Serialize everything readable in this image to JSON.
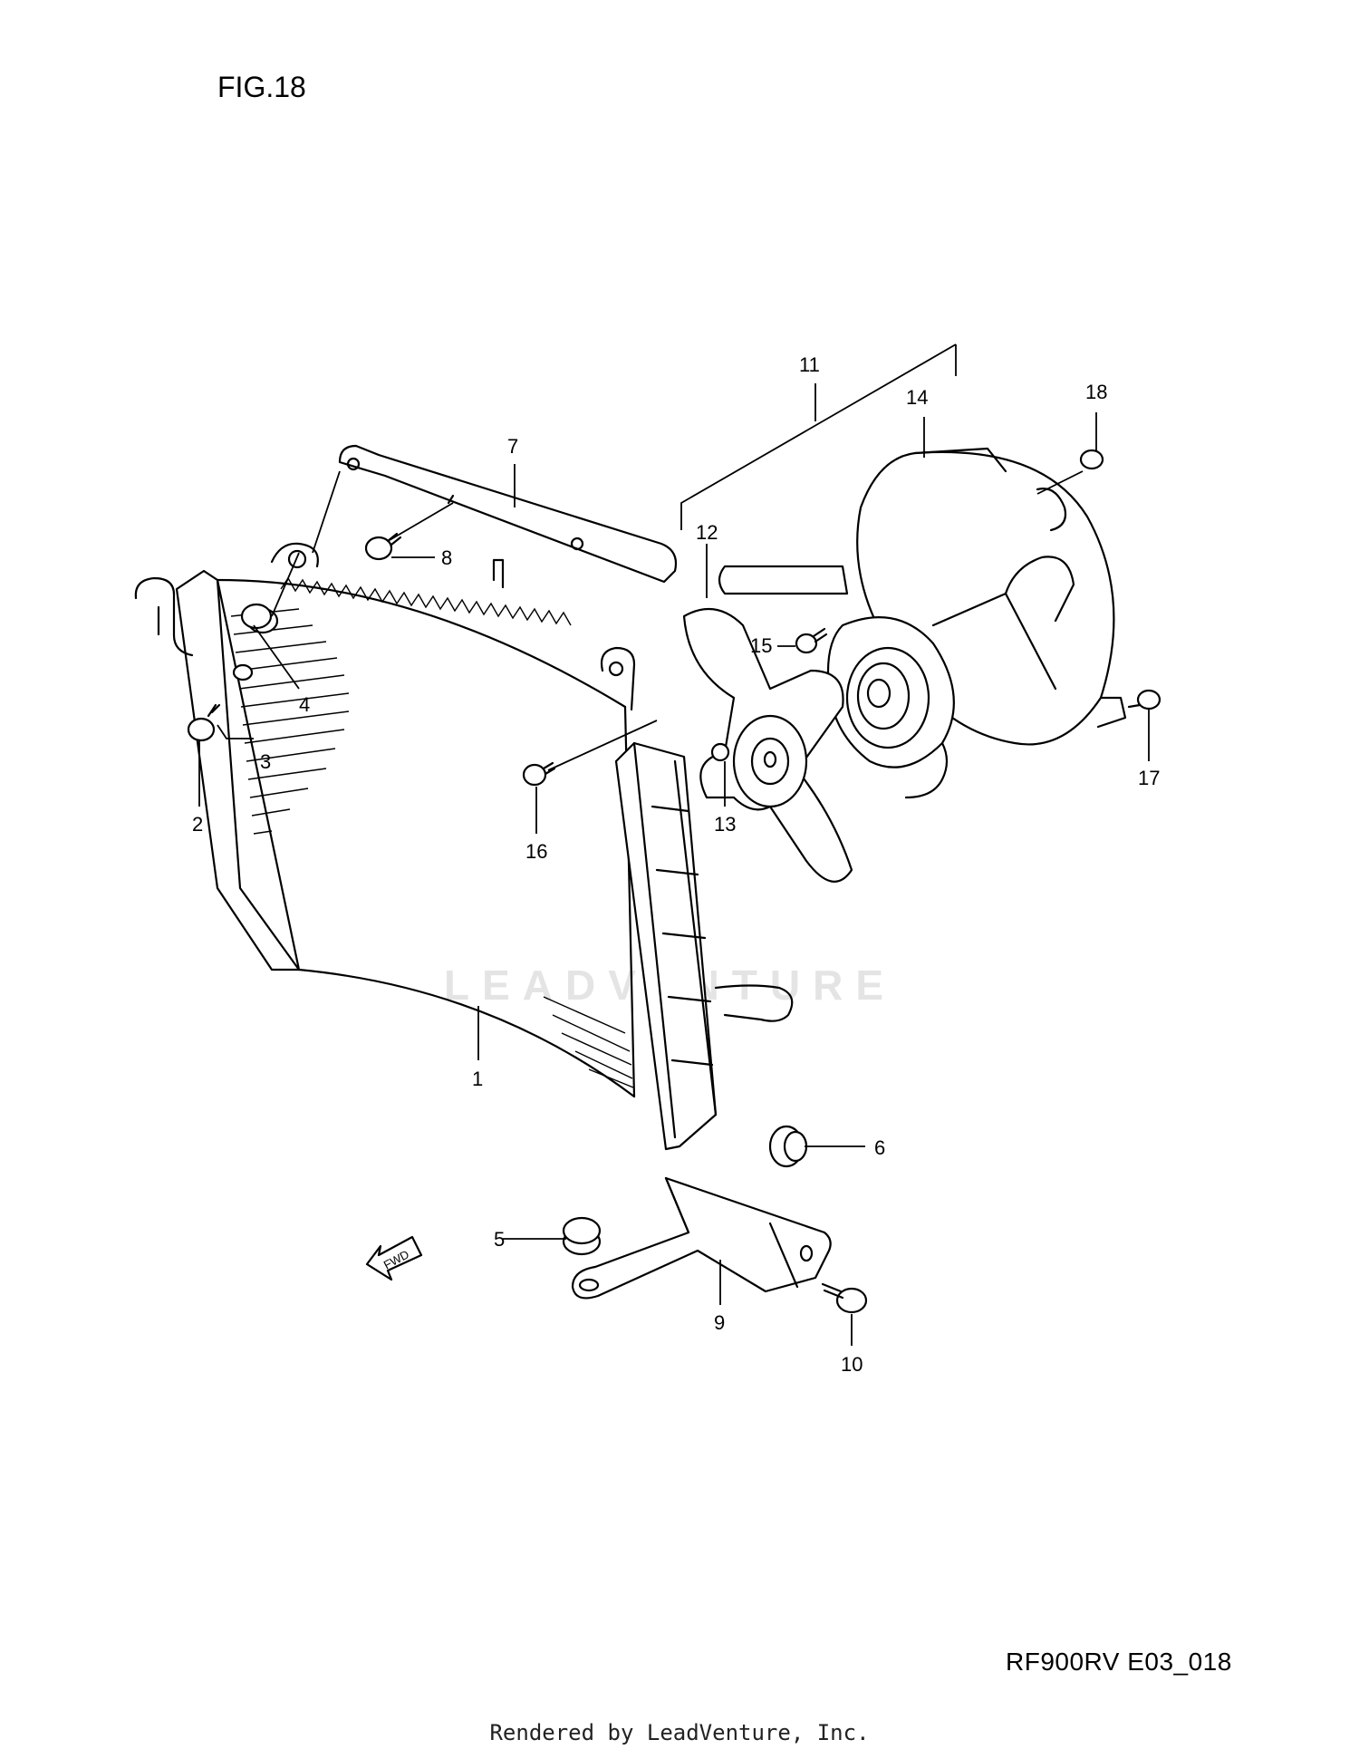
{
  "header": {
    "figure_label": "FIG.18"
  },
  "footer": {
    "diagram_code": "RF900RV E03_018",
    "render_credit": "Rendered by LeadVenture, Inc."
  },
  "watermark": {
    "text": "LEADVENTURE"
  },
  "fwd_arrow": {
    "label": "FWD"
  },
  "callouts": {
    "c1": "1",
    "c2": "2",
    "c3": "3",
    "c4": "4",
    "c5": "5",
    "c6": "6",
    "c7": "7",
    "c8": "8",
    "c9": "9",
    "c10": "10",
    "c11": "11",
    "c12": "12",
    "c13": "13",
    "c14": "14",
    "c15": "15",
    "c16": "16",
    "c17": "17",
    "c18": "18"
  }
}
